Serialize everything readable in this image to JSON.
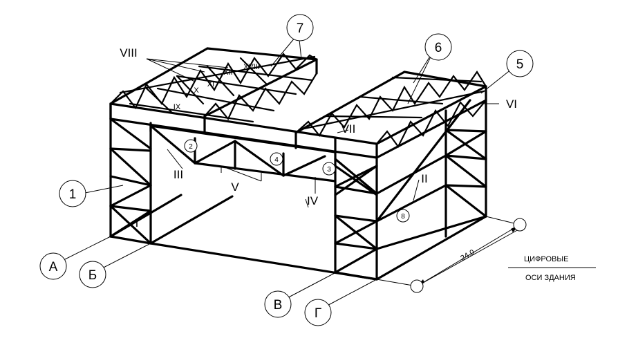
{
  "colors": {
    "stroke": "#000000",
    "background": "#ffffff"
  },
  "markers": [
    "1",
    "5",
    "6",
    "7",
    "А",
    "Б",
    "В",
    "Г"
  ],
  "small_markers": [
    "2",
    "3",
    "4",
    "8"
  ],
  "roman": [
    "I",
    "II",
    "III",
    "IV",
    "V",
    "VI",
    "VII",
    "VIII",
    "IX",
    "X",
    "XI",
    "XII",
    "XVIII"
  ],
  "dimension": "24.0",
  "legend": {
    "line1": "ЦИФРОВЫЕ",
    "line2": "ОСИ ЗДАНИЯ"
  }
}
